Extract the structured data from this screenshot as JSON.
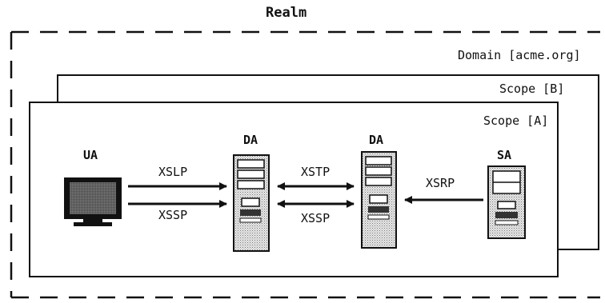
{
  "realm": {
    "label": "Realm"
  },
  "domain": {
    "label": "Domain [acme.org]"
  },
  "scope_b": {
    "label": "Scope [B]"
  },
  "scope_a": {
    "label": "Scope [A]"
  },
  "agents": {
    "ua": {
      "label": "UA"
    },
    "da_left": {
      "label": "DA"
    },
    "da_right": {
      "label": "DA"
    },
    "sa": {
      "label": "SA"
    }
  },
  "protocols": {
    "xslp": "XSLP",
    "xssp_left": "XSSP",
    "xstp": "XSTP",
    "xssp_middle": "XSSP",
    "xsrp": "XSRP"
  },
  "icons": [
    "monitor-icon",
    "server-tower-icon",
    "arrow-icon"
  ]
}
